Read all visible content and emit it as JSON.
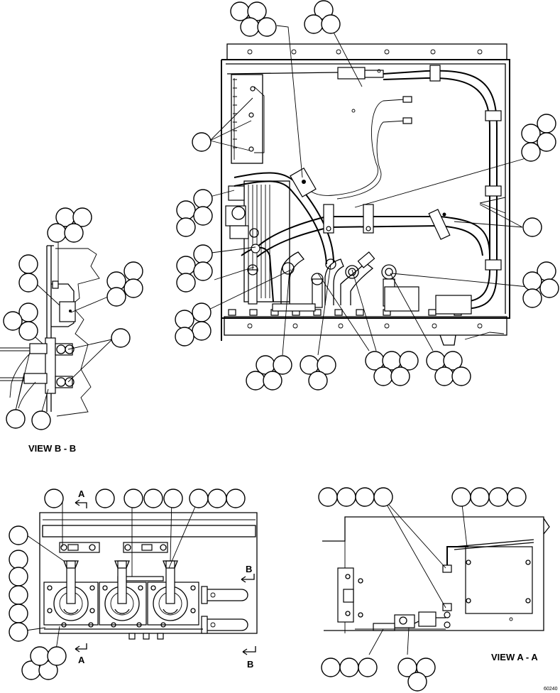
{
  "views": {
    "b_b": "VIEW B - B",
    "a_a": "VIEW A - A"
  },
  "section_letters": {
    "a_top": "A",
    "a_bottom": "A",
    "b_top": "B",
    "b_bottom": "B"
  },
  "figure_number": "60240",
  "colors": {
    "line": "#000000",
    "background": "#ffffff"
  }
}
